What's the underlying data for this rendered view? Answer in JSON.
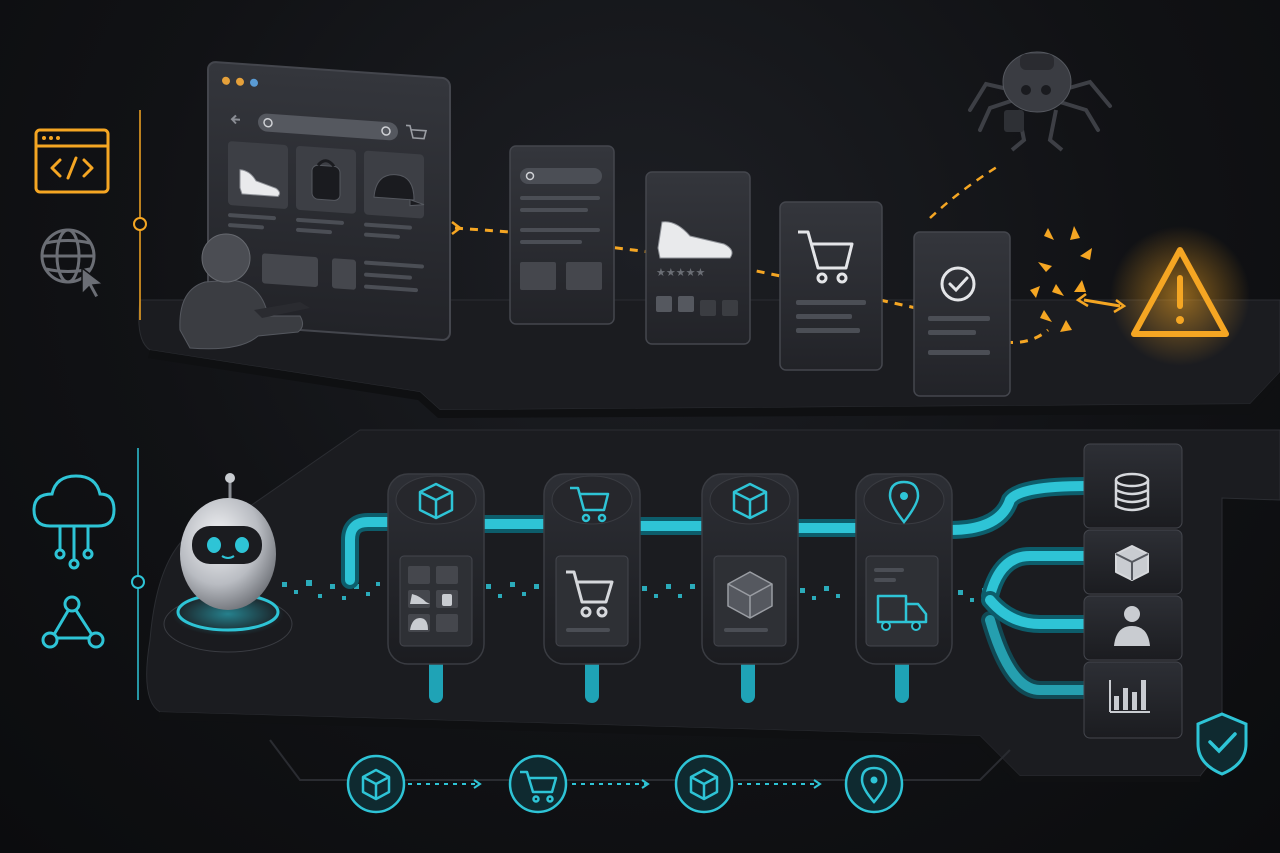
{
  "theme": {
    "background": "#111215",
    "platform": "#1c1d21",
    "panel": "#2a2b30",
    "legacy_accent": "#f5a623",
    "modern_accent": "#2ec4d6",
    "muted": "#5c5f66"
  },
  "legacy_section": {
    "side_icons": [
      "code-window-icon",
      "globe-cursor-icon"
    ],
    "browser_window": {
      "traffic_lights": [
        "#e5a03a",
        "#e5a03a",
        "#5a9bd4"
      ],
      "products": [
        "sneaker-icon",
        "backpack-icon",
        "cap-icon"
      ],
      "cart_icon": "cart-icon"
    },
    "operator": "person-at-keyboard-icon",
    "flow_steps": [
      "search-results-card",
      "product-card",
      "cart-card",
      "checkout-confirm-card"
    ],
    "crawler": "spider-robot-icon",
    "break_point": "broken-link-sparks",
    "alert": "warning-triangle-icon"
  },
  "modern_section": {
    "side_icons": [
      "cloud-network-icon",
      "graph-nodes-icon"
    ],
    "agent": "robot-head-icon",
    "pipeline_nodes": [
      {
        "top_icon": "cube-icon",
        "screen": "product-grid-screen"
      },
      {
        "top_icon": "cart-icon",
        "screen": "cart-screen"
      },
      {
        "top_icon": "cube-icon",
        "screen": "package-screen"
      },
      {
        "top_icon": "location-pin-icon",
        "screen": "delivery-truck-screen"
      }
    ],
    "outputs": [
      "database-icon",
      "cube-icon",
      "user-icon",
      "bar-chart-icon"
    ],
    "trust_badge": "shield-check-icon"
  },
  "timeline": [
    "cube-icon",
    "cart-icon",
    "cube-icon",
    "location-pin-icon"
  ]
}
